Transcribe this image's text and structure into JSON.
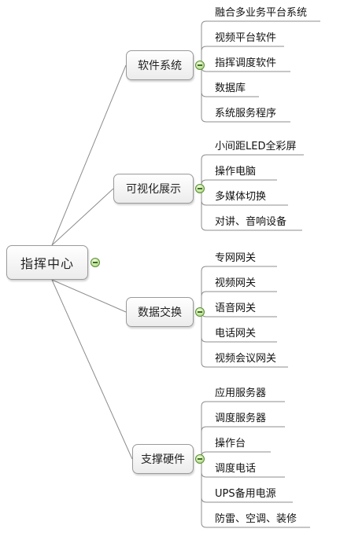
{
  "root": {
    "label": "指挥中心"
  },
  "branches": [
    {
      "label": "软件系统",
      "children": [
        "融合多业务平台系统",
        "视频平台软件",
        "指挥调度软件",
        "数据库",
        "系统服务程序"
      ]
    },
    {
      "label": "可视化展示",
      "children": [
        "小间距LED全彩屏",
        "操作电脑",
        "多媒体切换",
        "对讲、音响设备"
      ]
    },
    {
      "label": "数据交换",
      "children": [
        "专网网关",
        "视频网关",
        "语音网关",
        "电话网关",
        "视频会议网关"
      ]
    },
    {
      "label": "支撑硬件",
      "children": [
        "应用服务器",
        "调度服务器",
        "操作台",
        "调度电话",
        "UPS备用电源",
        "防雷、空调、装修"
      ]
    }
  ],
  "colors": {
    "line": "#8c8c8c",
    "node_border": "#9a9a9a",
    "toggle_fill": "#9bcf6a",
    "toggle_border": "#5c8e3a"
  },
  "icons": {
    "collapse_toggle": "minus-circle-icon"
  }
}
